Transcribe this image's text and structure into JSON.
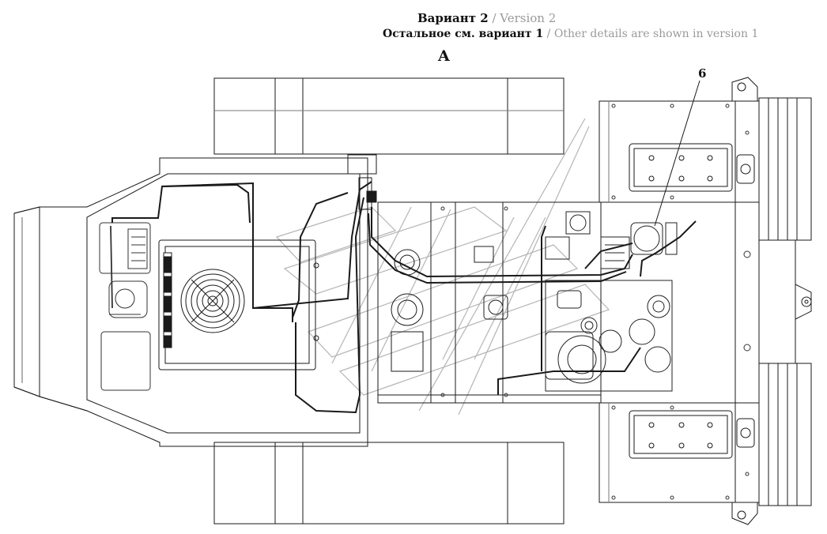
{
  "header": {
    "variant_ru": "Вариант 2",
    "variant_sep": " / ",
    "variant_en": "Version 2",
    "note_ru": "Остальное см. вариант 1",
    "note_sep": " / ",
    "note_en": "Other details are shown in version 1"
  },
  "view": {
    "label": "A"
  },
  "callouts": [
    {
      "label": "6"
    }
  ],
  "colors": {
    "line": "#1a1a1a",
    "thin": "#555555",
    "watermark": "#b5b5b5",
    "secondary_text": "#9a9a9a"
  }
}
